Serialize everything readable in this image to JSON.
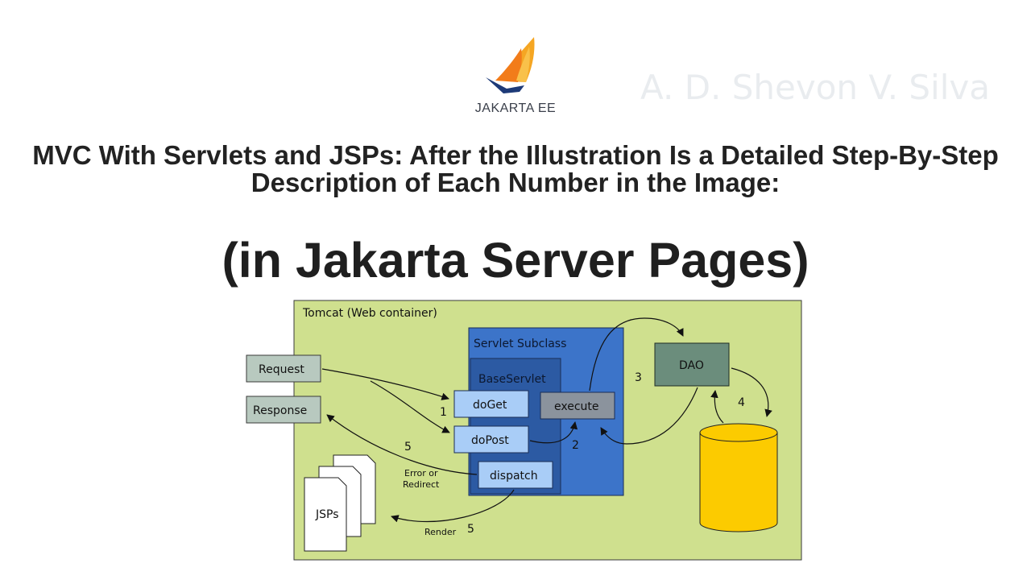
{
  "logo": {
    "text": "JAKARTA EE"
  },
  "watermark": "A. D. Shevon V. Silva",
  "title": "MVC With Servlets and JSPs: After the Illustration Is a Detailed Step-By-Step Description of Each Number in the Image:",
  "subtitle": "(in Jakarta Server Pages)",
  "diagram": {
    "container_label": "Tomcat (Web container)",
    "servlet_subclass_label": "Servlet Subclass",
    "base_servlet_label": "BaseServlet",
    "request_label": "Request",
    "response_label": "Response",
    "doget_label": "doGet",
    "dopost_label": "doPost",
    "dispatch_label": "dispatch",
    "execute_label": "execute",
    "dao_label": "DAO",
    "jsps_label": "JSPs",
    "step1": "1",
    "step2": "2",
    "step3": "3",
    "step4": "4",
    "step5a": "5",
    "step5b": "5",
    "error_label_1": "Error or",
    "error_label_2": "Redirect",
    "render_label": "Render"
  },
  "colors": {
    "container_bg": "#cfe08e",
    "servlet_subclass": "#3c74c9",
    "base_servlet": "#2c5aa3",
    "method_box": "#a9cdf7",
    "execute_box": "#8b939d",
    "dao_box": "#6b8d7c",
    "request_box": "#b8c9bf",
    "db_fill": "#fccb00"
  }
}
